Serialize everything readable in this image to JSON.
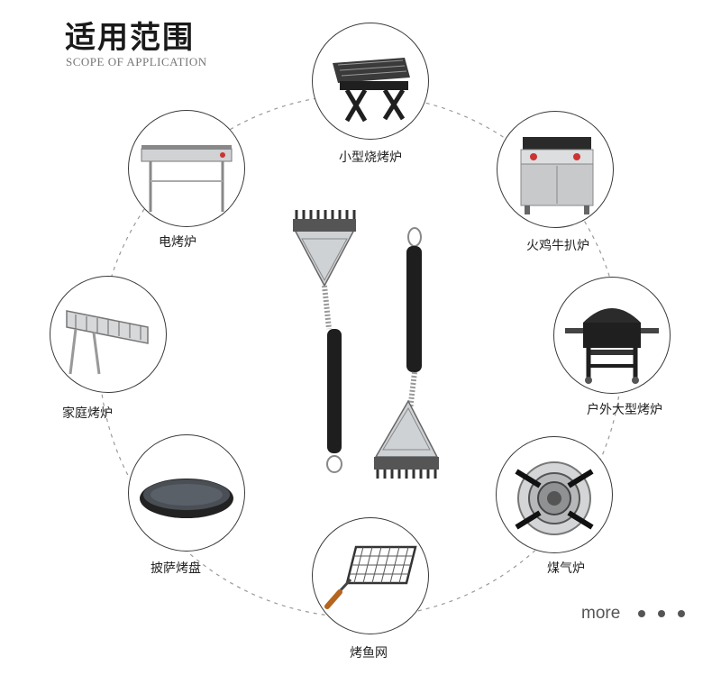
{
  "header": {
    "title": "适用范围",
    "subtitle": "SCOPE OF APPLICATION"
  },
  "items": [
    {
      "label": "小型烧烤炉",
      "icon": "portable-grill-icon"
    },
    {
      "label": "火鸡牛扒炉",
      "icon": "griddle-oven-icon"
    },
    {
      "label": "户外大型烤炉",
      "icon": "outdoor-smoker-icon"
    },
    {
      "label": "煤气炉",
      "icon": "gas-burner-icon"
    },
    {
      "label": "烤鱼网",
      "icon": "fish-grill-basket-icon"
    },
    {
      "label": "披萨烤盘",
      "icon": "pizza-pan-icon"
    },
    {
      "label": "家庭烤炉",
      "icon": "home-grill-icon"
    },
    {
      "label": "电烤炉",
      "icon": "electric-grill-icon"
    }
  ],
  "footer": {
    "more_label": "more"
  }
}
